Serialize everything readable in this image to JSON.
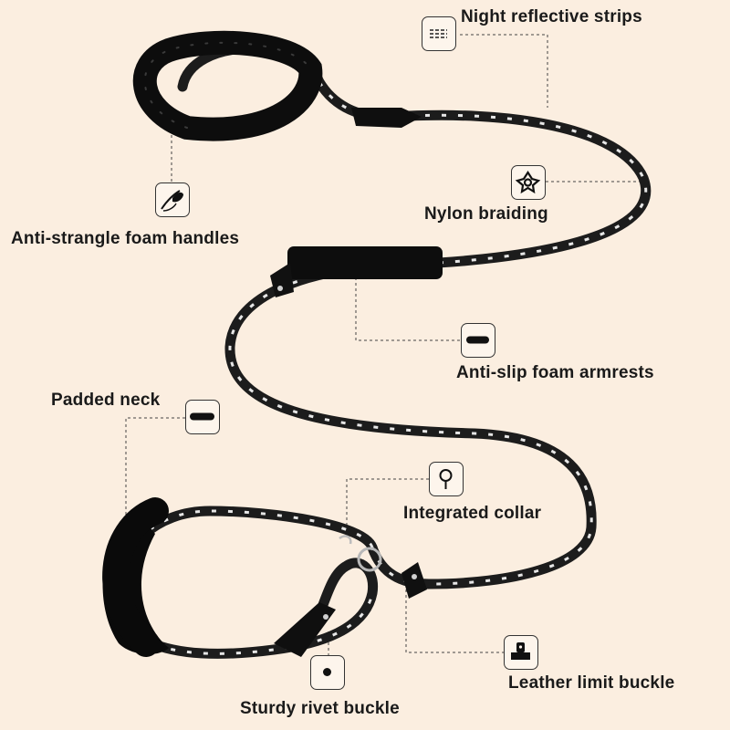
{
  "callouts": {
    "night_reflective": {
      "label": "Night reflective strips",
      "icon": "reflective-strips-icon"
    },
    "nylon_braiding": {
      "label": "Nylon braiding",
      "icon": "braid-knot-icon"
    },
    "anti_strangle": {
      "label": "Anti-strangle foam handles",
      "icon": "foam-handle-icon"
    },
    "anti_slip": {
      "label": "Anti-slip foam armrests",
      "icon": "foam-bar-icon"
    },
    "padded_neck": {
      "label": "Padded neck",
      "icon": "padded-bar-icon"
    },
    "integrated_collar": {
      "label": "Integrated collar",
      "icon": "collar-ring-icon"
    },
    "leather_limit": {
      "label": "Leather limit buckle",
      "icon": "limit-buckle-icon"
    },
    "sturdy_rivet": {
      "label": "Sturdy rivet buckle",
      "icon": "rivet-icon"
    }
  },
  "colors": {
    "background": "#fbeee0",
    "rope": "#1c1c1c",
    "reflective": "#e6e6e6",
    "foam": "#0d0d0d",
    "text": "#1a1a1a"
  }
}
